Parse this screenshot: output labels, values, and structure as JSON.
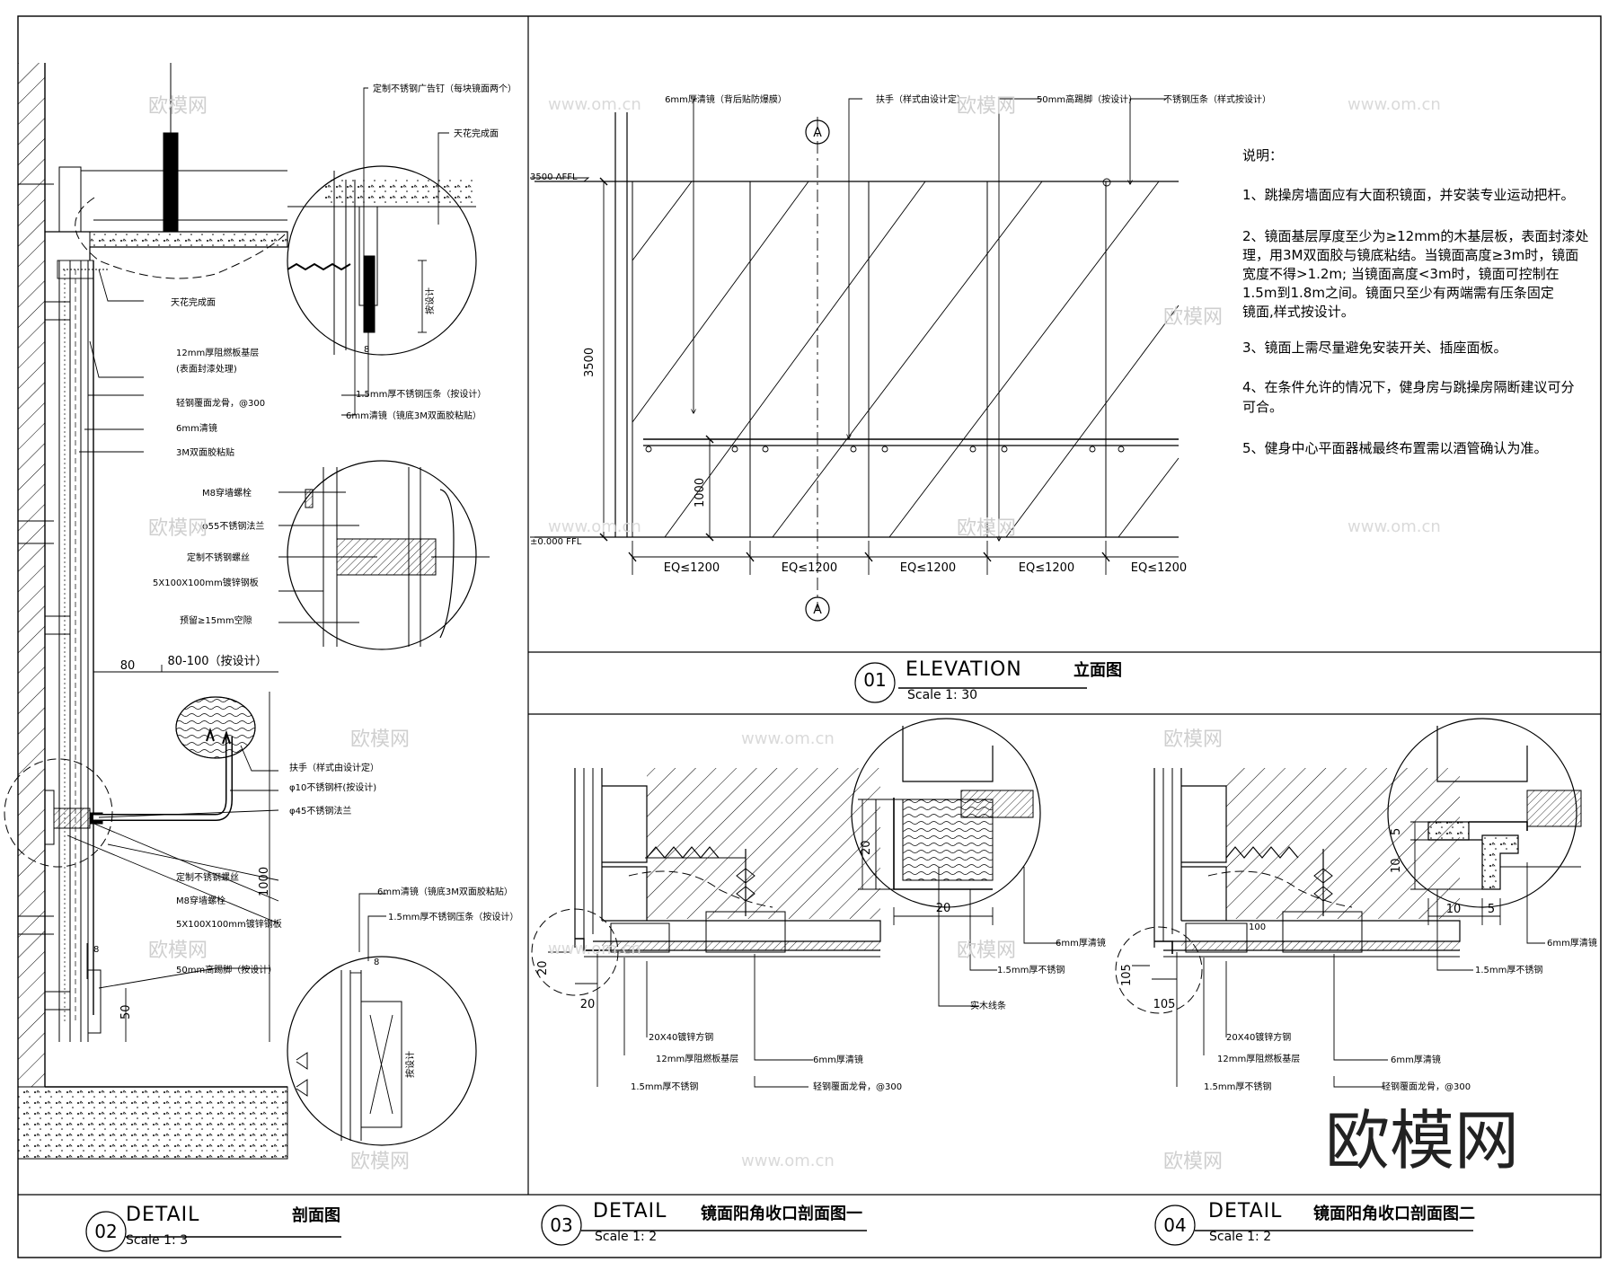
{
  "watermark": {
    "logo_text": "欧模网",
    "url_text": "www.om.cn"
  },
  "elevation": {
    "number": "01",
    "title_en": "ELEVATION",
    "title_cn": "立面图",
    "scale": "Scale 1: 30",
    "section_marker": "A",
    "labels": {
      "mirror": "6mm厚清镜（背后贴防爆膜）",
      "handrail": "扶手（样式由设计定）",
      "skirting": "50mm高踢脚（按设计）",
      "strip": "不锈钢压条（样式按设计）",
      "top_level": "3500 AFFL",
      "floor_level": "±0.000 FFL",
      "height_total": "3500",
      "height_rail": "1000",
      "bays": [
        "EQ≤1200",
        "EQ≤1200",
        "EQ≤1200",
        "EQ≤1200",
        "EQ≤1200"
      ]
    }
  },
  "notes": {
    "heading": "说明：",
    "items": [
      "1、跳操房墙面应有大面积镜面，并安装专业运动把杆。",
      "2、镜面基层厚度至少为≥12mm的木基层板，表面封漆处",
      "理，用3M双面胶与镜底粘结。当镜面高度≥3m时，镜面",
      "宽度不得>1.2m; 当镜面高度<3m时，镜面可控制在",
      "1.5m到1.8m之间。镜面只至少有两端需有压条固定",
      "镜面,样式按设计。",
      "3、镜面上需尽量避免安装开关、插座面板。",
      "4、在条件允许的情况下，健身房与跳操房隔断建议可分",
      "可合。",
      "5、健身中心平面器械最终布置需以酒管确认为准。"
    ]
  },
  "detail02": {
    "number": "02",
    "title_en": "DETAIL",
    "title_cn": "剖面图",
    "scale": "Scale 1: 3",
    "labels": {
      "ceiling_nail": "定制不锈钢广告钉（每块镜面两个）",
      "ceiling_finish_1": "天花完成面",
      "ceiling_finish_2": "天花完成面",
      "by_design_1": "按设计",
      "dim_8_a": "8",
      "ss_strip_1": "1.5mm厚不锈钢压条（按设计）",
      "mirror_3m_1": "6mm清镜（镜底3M双面胶粘贴）",
      "base_board": "12mm厚阻燃板基层",
      "base_board_note": "(表面封漆处理)",
      "keel": "轻钢覆面龙骨，@300",
      "mirror_6": "6mm清镜",
      "tape": "3M双面胶粘贴",
      "bolt_m8_1": "M8穿墙螺栓",
      "flange_55": "φ55不锈钢法兰",
      "custom_screw_1": "定制不锈钢螺丝",
      "steel_plate_1": "5X100X100mm镀锌钢板",
      "gap": "预留≥15mm空隙",
      "dim_80": "80",
      "dim_80_100": "80-100（按设计）",
      "handrail": "扶手（样式由设计定）",
      "rod": "φ10不锈钢杆(按设计)",
      "flange_45": "φ45不锈钢法兰",
      "custom_screw_2": "定制不锈钢螺丝",
      "bolt_m8_2": "M8穿墙螺栓",
      "steel_plate_2": "5X100X100mm镀锌钢板",
      "dim_1000": "1000",
      "skirting": "50mm高踢脚（按设计）",
      "dim_50": "50",
      "dim_8_b": "8",
      "dim_8_c": "8",
      "mirror_3m_2": "6mm清镜（镜底3M双面胶粘贴）",
      "ss_strip_2": "1.5mm厚不锈钢压条（按设计）",
      "by_design_2": "按设计"
    }
  },
  "detail03": {
    "number": "03",
    "title_en": "DETAIL",
    "title_cn": "镜面阳角收口剖面图一",
    "scale": "Scale 1: 2",
    "labels": {
      "square_tube": "20X40镀锌方钢",
      "board": "12mm厚阻燃板基层",
      "ss": "1.5mm厚不锈钢",
      "mirror": "6mm厚清镜",
      "keel": "轻钢覆面龙骨，@300",
      "d_20_a": "20",
      "d_20_b": "20",
      "d_20_c": "20",
      "d_20_d": "20",
      "z_mirror": "6mm厚清镜",
      "z_ss": "1.5mm厚不锈钢",
      "z_wood": "实木线条"
    }
  },
  "detail04": {
    "number": "04",
    "title_en": "DETAIL",
    "title_cn": "镜面阳角收口剖面图二",
    "scale": "Scale 1: 2",
    "labels": {
      "square_tube": "20X40镀锌方钢",
      "board": "12mm厚阻燃板基层",
      "ss": "1.5mm厚不锈钢",
      "mirror": "6mm厚清镜",
      "keel": "轻钢覆面龙骨，@300",
      "d_105_a": "105",
      "d_105_b": "105",
      "d_100": "100",
      "d_5_a": "5",
      "d_10_a": "10",
      "d_10_b": "10",
      "d_5_b": "5",
      "z_mirror": "6mm厚清镜",
      "z_ss": "1.5mm厚不锈钢"
    }
  }
}
